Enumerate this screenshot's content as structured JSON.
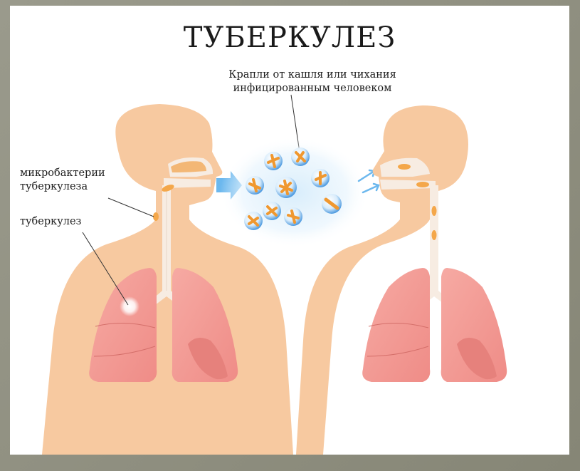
{
  "title": "ТУБЕРКУЛЕЗ",
  "labels": {
    "droplets": [
      "Крапли от кашля или чихания",
      "инфицированным человеком"
    ],
    "microbacteria": [
      "микробактерии",
      "туберкулеза"
    ],
    "tuberculosis": "туберкулез"
  },
  "colors": {
    "skin": "#f7c9a0",
    "lung": "#f39b95",
    "lung_dark": "#e6817c",
    "trachea": "#f7ece2",
    "droplet_blue": "#5da8e6",
    "bacteria": "#f4a74a",
    "arrow": "#6cb8ee",
    "infection_spot": "#ffffff"
  }
}
